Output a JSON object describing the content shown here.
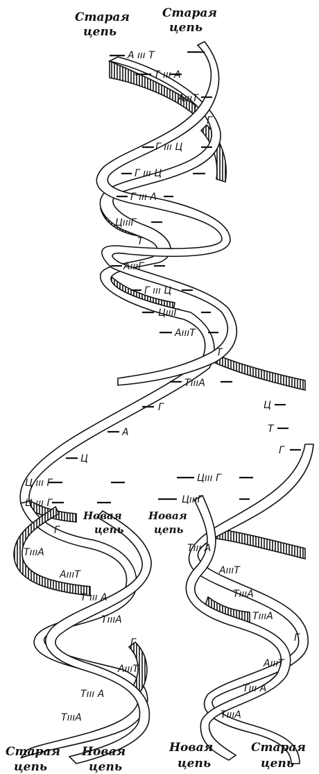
{
  "labels": {
    "top_left": [
      "Старая",
      "цепь"
    ],
    "top_right": [
      "Старая",
      "цепь"
    ],
    "mid_left": [
      "Новая",
      "цепь"
    ],
    "mid_right": [
      "Новая",
      "цепь"
    ],
    "bottom_1": [
      "Старая",
      "цепь"
    ],
    "bottom_2": [
      "Новая",
      "цепь"
    ],
    "bottom_3": [
      "Новая",
      "цепь"
    ],
    "bottom_4": [
      "Старая",
      "цепь"
    ]
  },
  "pairs_top": [
    {
      "a": "А",
      "b": "Т"
    },
    {
      "a": "Т",
      "b": "А"
    },
    {
      "a": "А",
      "b": "Т"
    },
    {
      "a": "Г",
      "b": ""
    },
    {
      "a": "Г",
      "b": "Ц"
    },
    {
      "a": "Г",
      "b": "Ц"
    },
    {
      "a": "Г",
      "b": "А"
    },
    {
      "a": "Ц",
      "b": "Г"
    },
    {
      "a": "Т",
      "b": ""
    },
    {
      "a": "А",
      "b": "Г"
    },
    {
      "a": "Г",
      "b": "Ц"
    },
    {
      "a": "Ц",
      "b": "Г"
    },
    {
      "a": "А",
      "b": "Т"
    },
    {
      "a": "Т",
      "b": ""
    },
    {
      "a": "Т",
      "b": "А"
    }
  ],
  "unpaired_left": [
    "Г",
    "А",
    "Ц"
  ],
  "unpaired_right": [
    "Ц",
    "Т",
    "Г"
  ],
  "fork_pairs": [
    {
      "a": "Ц",
      "b": "Г",
      "c": "Ц",
      "d": "Г"
    },
    {
      "a": "Ц",
      "b": "Г",
      "c": "Ц",
      "d": "Г"
    }
  ],
  "pairs_left_daughter": [
    {
      "a": "Г",
      "b": ""
    },
    {
      "a": "Т",
      "b": "А"
    },
    {
      "a": "А",
      "b": "Т"
    },
    {
      "a": "Т",
      "b": "А"
    },
    {
      "a": "Т",
      "b": "А"
    },
    {
      "a": "Г",
      "b": ""
    },
    {
      "a": "А",
      "b": "Т"
    },
    {
      "a": "Т",
      "b": "А"
    },
    {
      "a": "Т",
      "b": "А"
    }
  ],
  "pairs_right_daughter": [
    {
      "a": "Т",
      "b": "А"
    },
    {
      "a": "А",
      "b": "Т"
    },
    {
      "a": "Т",
      "b": "А"
    },
    {
      "a": "Т",
      "b": "А"
    },
    {
      "a": "Г",
      "b": ""
    },
    {
      "a": "А",
      "b": "Т"
    },
    {
      "a": "Т",
      "b": "А"
    },
    {
      "a": "Т",
      "b": "А"
    }
  ],
  "bond_glyph": "ııı"
}
